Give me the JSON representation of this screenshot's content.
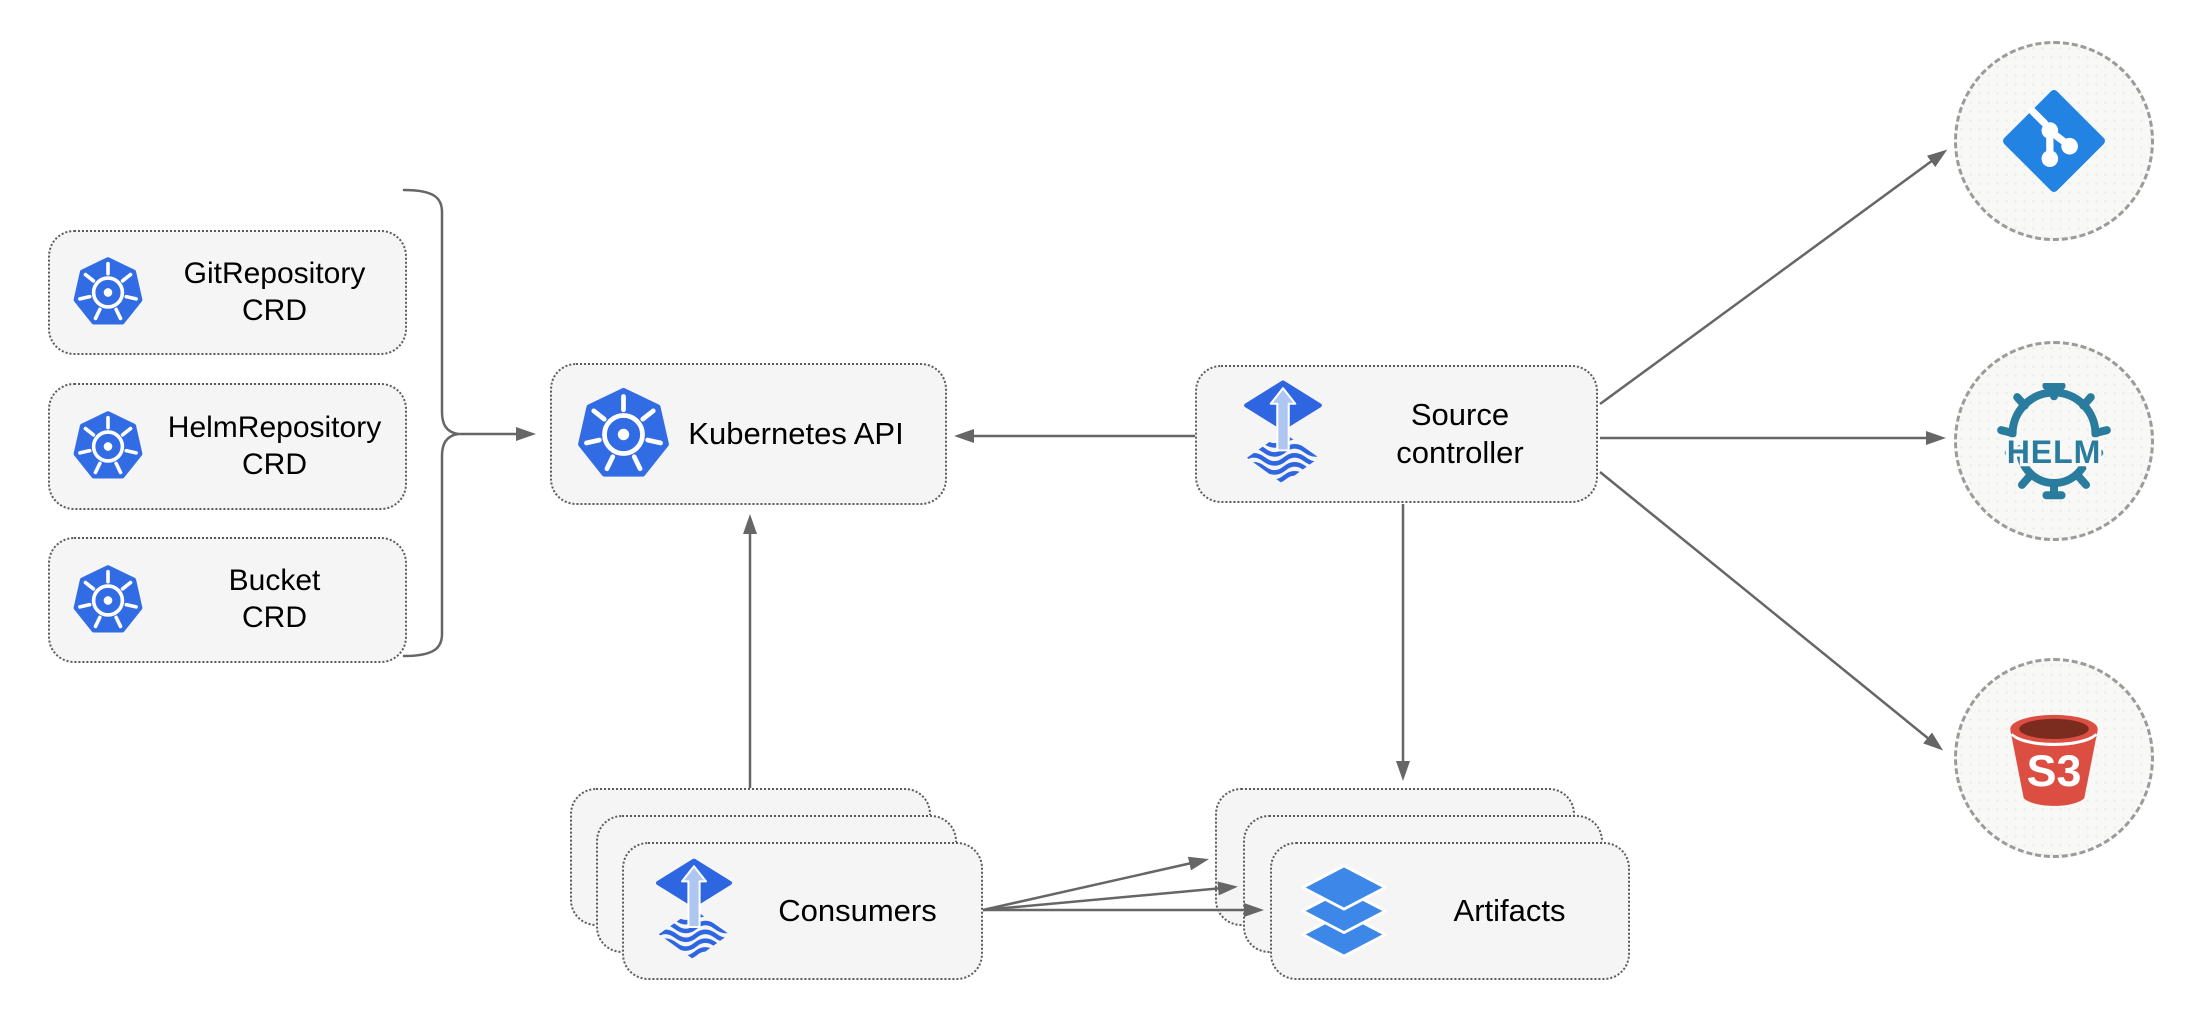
{
  "diagram": {
    "name": "flux-source-controller-architecture"
  },
  "colors": {
    "text_color": "#000000",
    "box_fill": "#f5f5f5",
    "box_border": "#5c5c5c",
    "circle_fill": "#f8f8f6",
    "circle_border": "#9b9b9b",
    "arrow_gray": "#666666",
    "k8s_blue": "#326ce5",
    "flux_blue": "#2e65e0",
    "flux_arrow_light": "#aec7f2",
    "git_blue": "#2383e2",
    "helm_teal": "#2a7c9e",
    "s3_red": "#dc4e41",
    "s3_dark": "#7c2b1f",
    "layers_blue": "#3d87e8"
  },
  "nodes": {
    "git_repository_crd": {
      "line1": "GitRepository",
      "line2": "CRD"
    },
    "helm_repository_crd": {
      "line1": "HelmRepository",
      "line2": "CRD"
    },
    "bucket_crd": {
      "line1": "Bucket",
      "line2": "CRD"
    },
    "kubernetes_api": {
      "label": "Kubernetes API"
    },
    "source_controller": {
      "line1": "Source",
      "line2": "controller"
    },
    "consumers": {
      "label": "Consumers"
    },
    "artifacts": {
      "label": "Artifacts"
    }
  },
  "external_sources": {
    "git": {
      "icon": "git-icon"
    },
    "helm": {
      "icon": "helm-icon",
      "label": "HELM"
    },
    "s3": {
      "icon": "s3-bucket-icon",
      "label": "S3"
    }
  },
  "edges": [
    {
      "from": "crd-group-bracket",
      "to": "kubernetes-api"
    },
    {
      "from": "source-controller",
      "to": "kubernetes-api"
    },
    {
      "from": "consumers",
      "to": "kubernetes-api"
    },
    {
      "from": "source-controller",
      "to": "artifacts"
    },
    {
      "from": "source-controller",
      "to": "git"
    },
    {
      "from": "source-controller",
      "to": "helm"
    },
    {
      "from": "source-controller",
      "to": "s3"
    },
    {
      "from": "consumers",
      "to": "artifacts",
      "count": 3
    }
  ]
}
